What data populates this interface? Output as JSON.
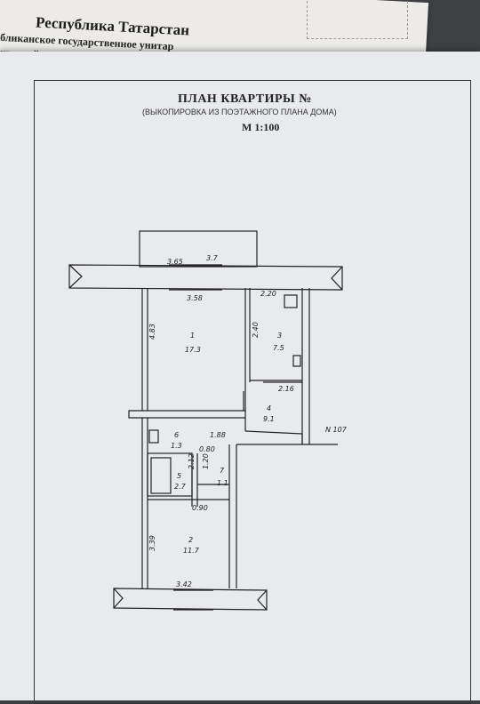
{
  "header": {
    "republic": "Республика Татарстан",
    "org_line1": "бликанское государственное унитар",
    "org_line2": "ической инвент"
  },
  "document": {
    "title": "ПЛАН КВАРТИРЫ №",
    "subtitle": "(ВЫКОПИРОВКА ИЗ ПОЭТАЖНОГО ПЛАНА ДОМА)",
    "scale": "М 1:100"
  },
  "plan_labels": {
    "balcony_len": "3.65",
    "balcony_area": "3.7",
    "room1_width": "3.58",
    "room1_height": "4.83",
    "room1_num": "1",
    "room1_area": "17.3",
    "room3_width": "2.20",
    "room3_height": "2.40",
    "room3_num": "3",
    "room3_area": "7.5",
    "room3_bottom": "2.16",
    "room4_num": "4",
    "room4_area": "9.1",
    "house_ref": "N 107",
    "room6_num": "6",
    "room6_area": "1.3",
    "corridor_len": "1.88",
    "dim_080": "0.80",
    "dim_212": "2.12",
    "dim_120": "1.20",
    "room5_num": "5",
    "room5_area": "2.7",
    "room7_num": "7",
    "room7_area": "1.1",
    "dim_090": "0.90",
    "room2_num": "2",
    "room2_area": "11.7",
    "room2_height": "3.39",
    "room2_width": "3.42"
  }
}
